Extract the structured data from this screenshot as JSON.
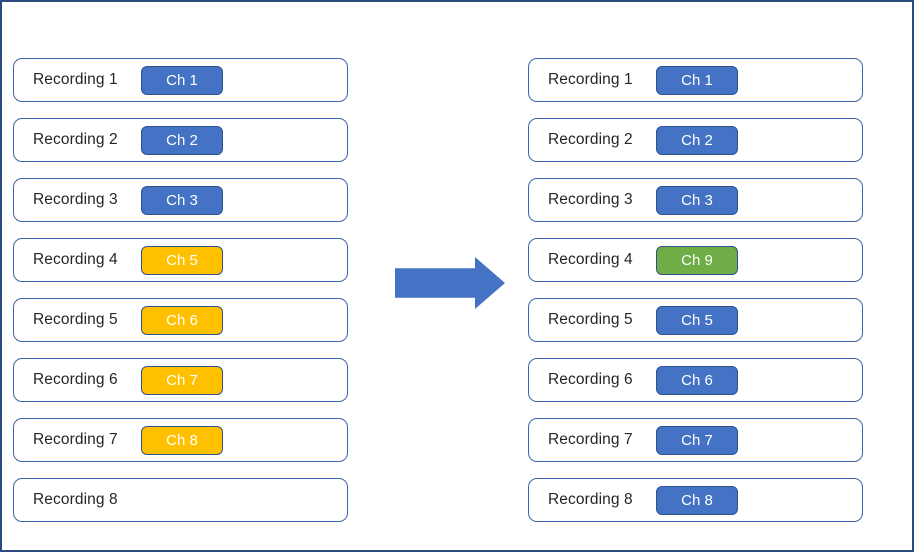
{
  "diagram": {
    "name": "recording-channel-remapping",
    "colors": {
      "blue": "#4472C4",
      "gold": "#FFC000",
      "green": "#70AD47",
      "chip_border": "#2F528F",
      "box_border": "#3E64AE",
      "frame_border": "#294B7E",
      "arrow_fill": "#4472C4"
    },
    "left_column": {
      "rows": [
        {
          "label": "Recording 1",
          "chip_label": "Ch 1",
          "chip_color": "blue"
        },
        {
          "label": "Recording 2",
          "chip_label": "Ch 2",
          "chip_color": "blue"
        },
        {
          "label": "Recording 3",
          "chip_label": "Ch 3",
          "chip_color": "blue"
        },
        {
          "label": "Recording 4",
          "chip_label": "Ch 5",
          "chip_color": "gold"
        },
        {
          "label": "Recording 5",
          "chip_label": "Ch 6",
          "chip_color": "gold"
        },
        {
          "label": "Recording 6",
          "chip_label": "Ch 7",
          "chip_color": "gold"
        },
        {
          "label": "Recording 7",
          "chip_label": "Ch 8",
          "chip_color": "gold"
        },
        {
          "label": "Recording 8",
          "chip_label": null,
          "chip_color": null
        }
      ]
    },
    "right_column": {
      "rows": [
        {
          "label": "Recording 1",
          "chip_label": "Ch 1",
          "chip_color": "blue"
        },
        {
          "label": "Recording 2",
          "chip_label": "Ch 2",
          "chip_color": "blue"
        },
        {
          "label": "Recording 3",
          "chip_label": "Ch 3",
          "chip_color": "blue"
        },
        {
          "label": "Recording 4",
          "chip_label": "Ch 9",
          "chip_color": "green"
        },
        {
          "label": "Recording 5",
          "chip_label": "Ch 5",
          "chip_color": "blue"
        },
        {
          "label": "Recording 6",
          "chip_label": "Ch 6",
          "chip_color": "blue"
        },
        {
          "label": "Recording 7",
          "chip_label": "Ch 7",
          "chip_color": "blue"
        },
        {
          "label": "Recording 8",
          "chip_label": "Ch 8",
          "chip_color": "blue"
        }
      ]
    }
  }
}
